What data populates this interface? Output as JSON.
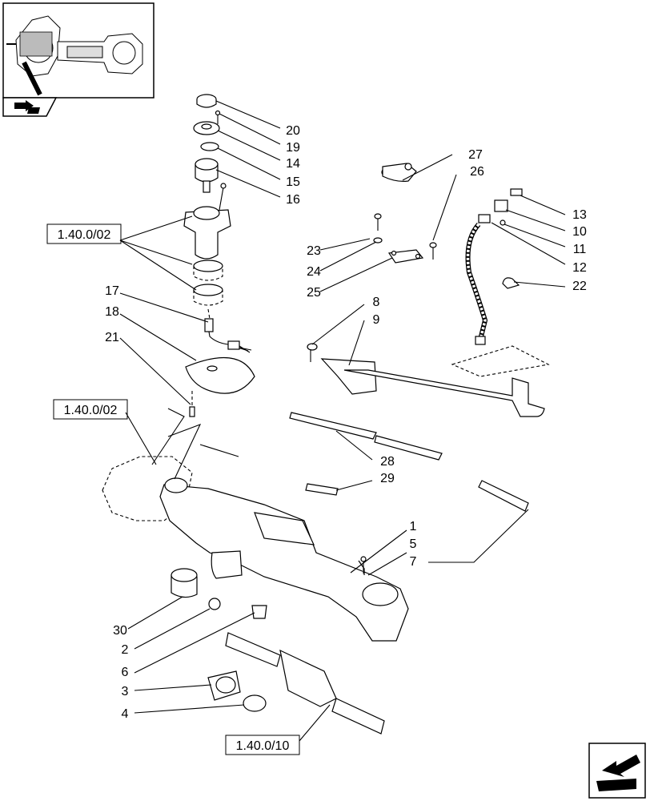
{
  "thumbnail": {
    "icon": "axle-assembly-thumbnail"
  },
  "nav_prev": {
    "icon": "book-arrow-back-icon"
  },
  "nav_next": {
    "icon": "book-arrow-forward-icon"
  },
  "references": [
    {
      "id": "ref1",
      "label": "1.40.0/02"
    },
    {
      "id": "ref2",
      "label": "1.40.0/02"
    },
    {
      "id": "ref3",
      "label": "1.40.0/10"
    }
  ],
  "callouts": [
    "20",
    "19",
    "14",
    "15",
    "16",
    "27",
    "26",
    "13",
    "10",
    "11",
    "12",
    "22",
    "23",
    "24",
    "25",
    "17",
    "18",
    "21",
    "8",
    "9",
    "28",
    "29",
    "1",
    "5",
    "7",
    "30",
    "2",
    "6",
    "3",
    "4"
  ]
}
